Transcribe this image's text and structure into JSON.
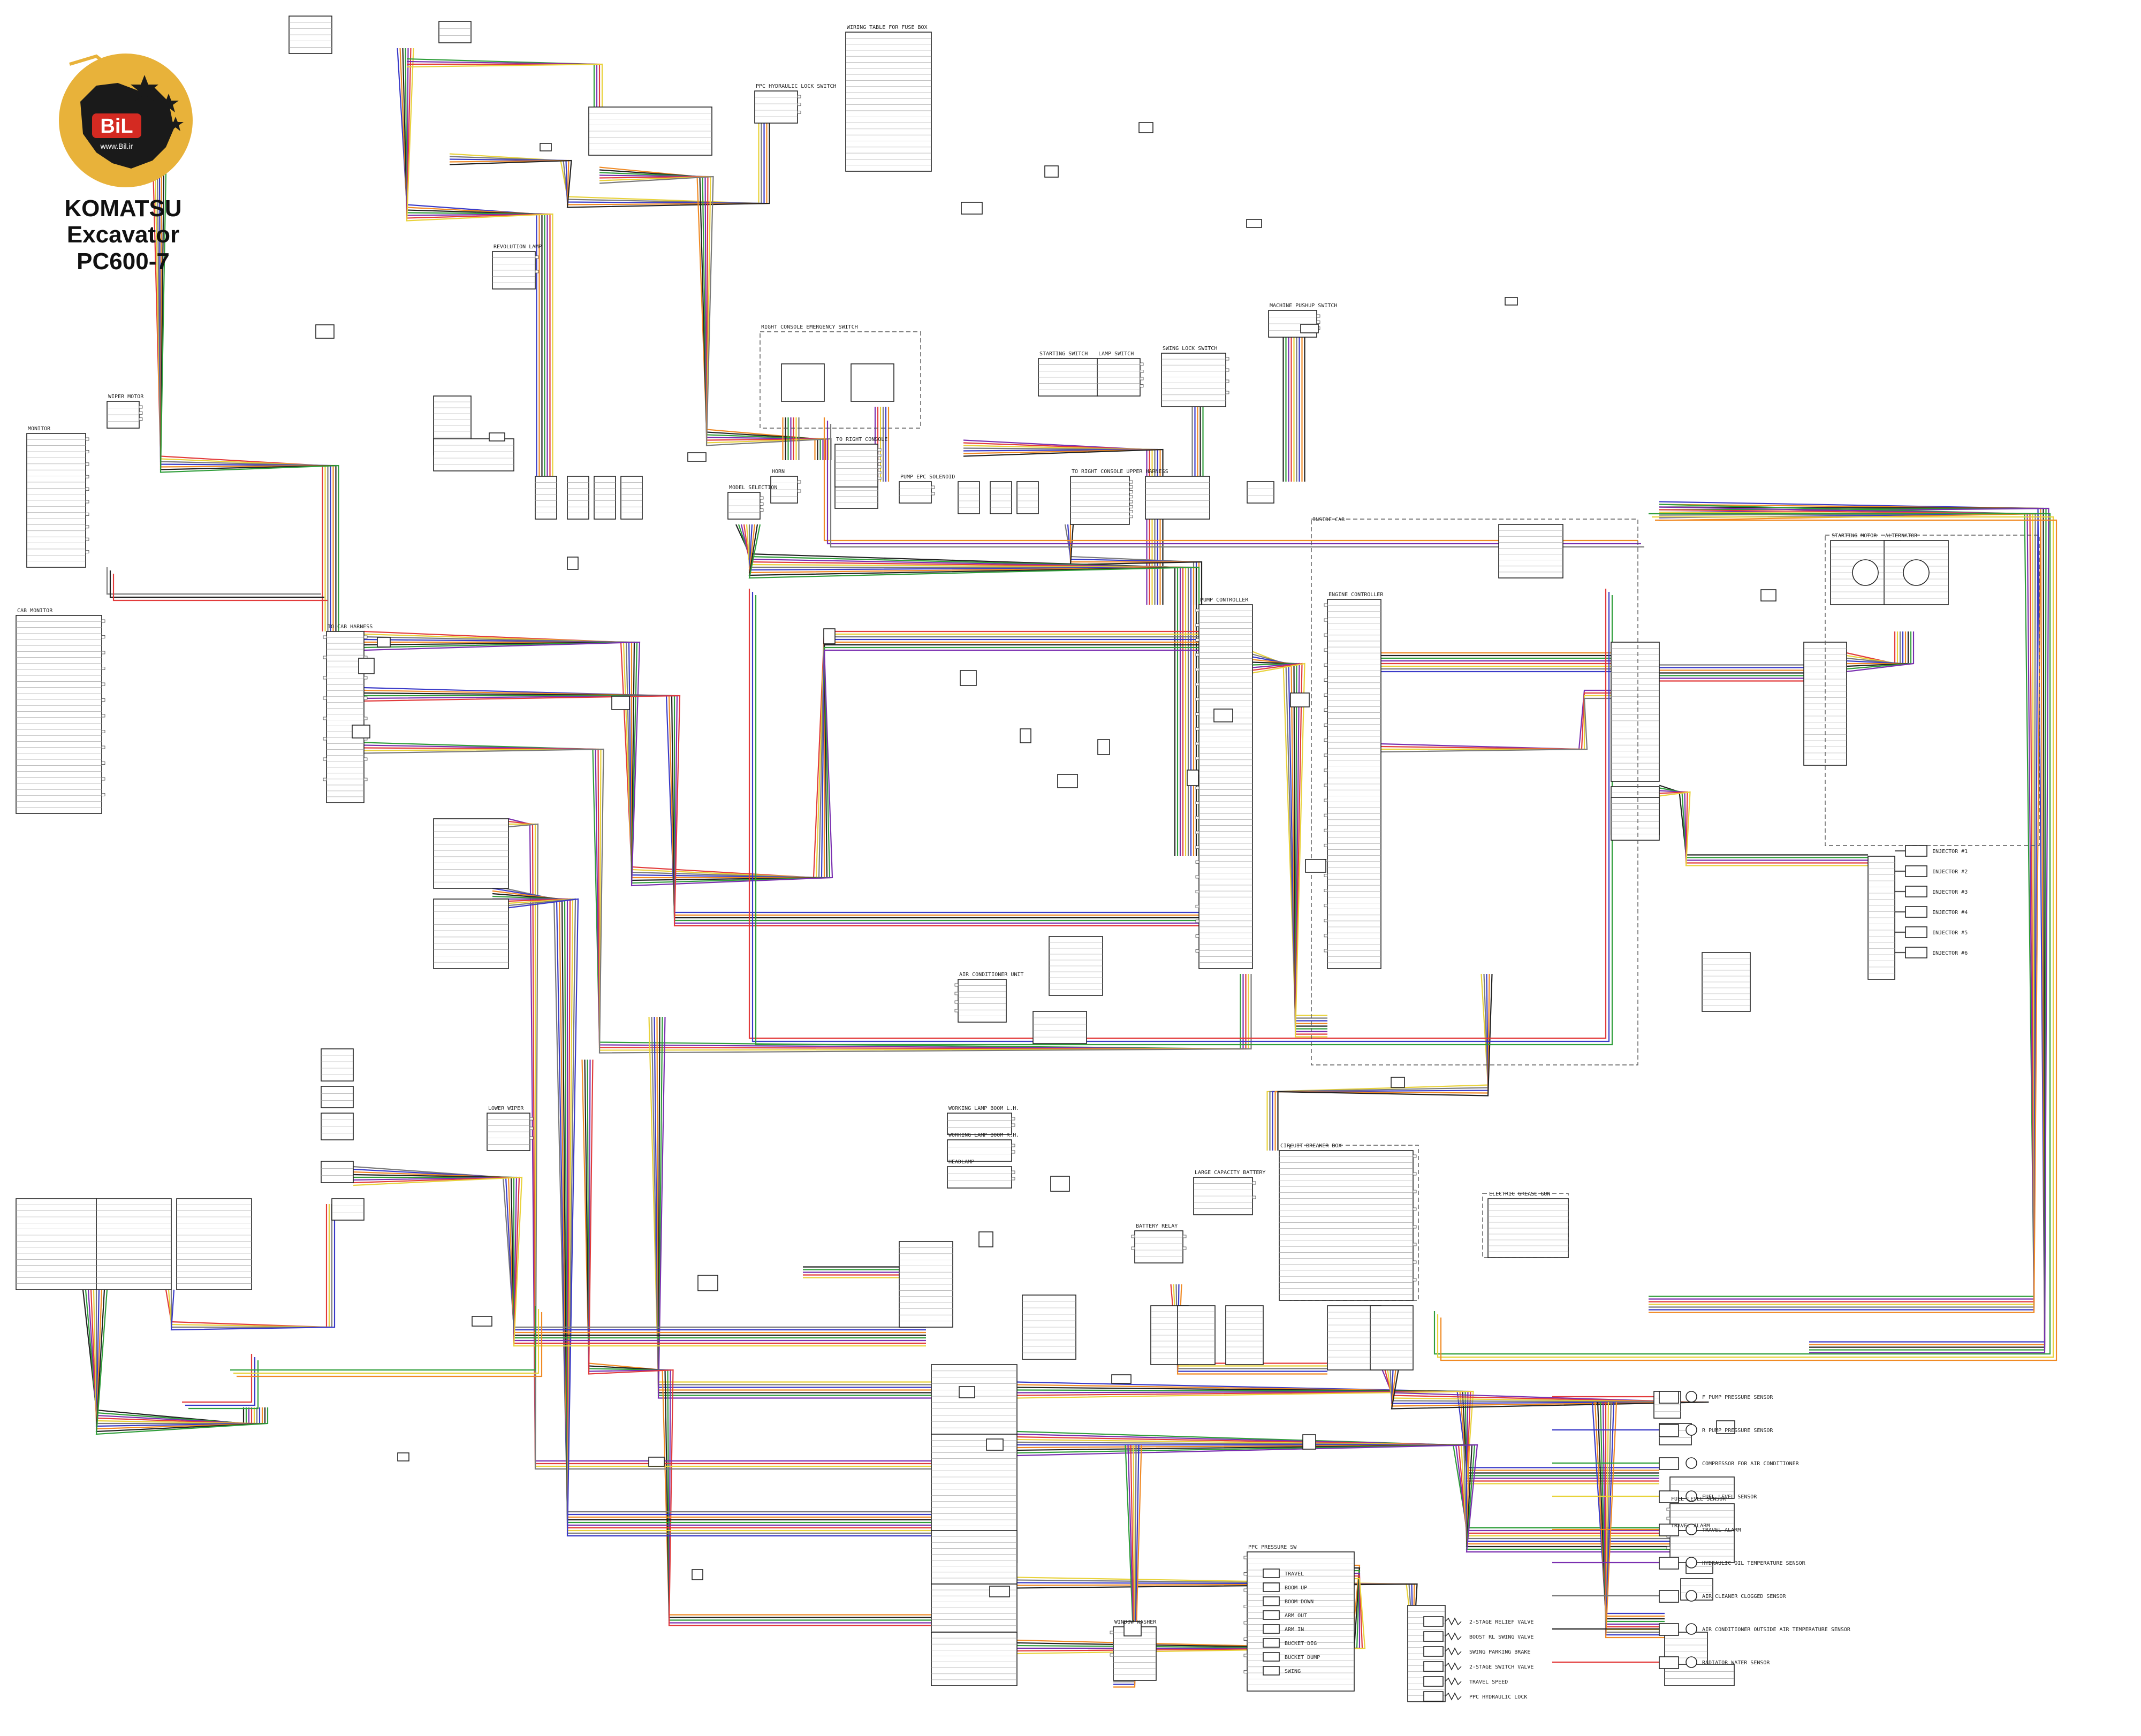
{
  "branding": {
    "logo_text": "BiL",
    "logo_url_text": "www.Bil.ir",
    "make": "KOMATSU",
    "machine": "Excavator",
    "model": "PC600-7",
    "colors": {
      "badge": "#e8b23a",
      "map": "#1a1a1a",
      "logo_red": "#d42a22"
    }
  },
  "colors": {
    "wire_red": "#e23b3b",
    "wire_blue": "#3a3ac8",
    "wire_green": "#2f9e3a",
    "wire_yellow": "#e8d23a",
    "wire_orange": "#f08a24",
    "wire_purple": "#7a2fb0",
    "wire_gray": "#7a7a7a",
    "wire_black": "#222222"
  },
  "components": [
    {
      "key": "starting-switch",
      "label": "STARTING SWITCH"
    },
    {
      "key": "lamp-switch",
      "label": "LAMP SWITCH"
    },
    {
      "key": "swing-lock-switch",
      "label": "SWING LOCK SWITCH"
    },
    {
      "key": "machine-pushup-switch",
      "label": "MACHINE PUSHUP SWITCH"
    },
    {
      "key": "right-console-emergency-switch",
      "label": "RIGHT CONSOLE EMERGENCY SWITCH"
    },
    {
      "key": "to-right-console",
      "label": "TO RIGHT CONSOLE"
    },
    {
      "key": "to-right-console-upper-harness",
      "label": "TO RIGHT CONSOLE UPPER HARNESS"
    },
    {
      "key": "pump-controller",
      "label": "PUMP CONTROLLER"
    },
    {
      "key": "engine-controller",
      "label": "ENGINE CONTROLLER"
    },
    {
      "key": "inside-cab",
      "label": "INSIDE CAB"
    },
    {
      "key": "starting-motor",
      "label": "STARTING MOTOR"
    },
    {
      "key": "alternator",
      "label": "ALTERNATOR"
    },
    {
      "key": "monitor",
      "label": "MONITOR"
    },
    {
      "key": "cab-monitor",
      "label": "CAB MONITOR"
    },
    {
      "key": "to-cab-harness",
      "label": "TO CAB HARNESS"
    },
    {
      "key": "wiper-motor",
      "label": "WIPER MOTOR"
    },
    {
      "key": "lower-wiper",
      "label": "LOWER WIPER"
    },
    {
      "key": "air-conditioner-unit",
      "label": "AIR CONDITIONER UNIT"
    },
    {
      "key": "pump-epc",
      "label": "PUMP EPC SOLENOID"
    },
    {
      "key": "battery-relay",
      "label": "BATTERY RELAY"
    },
    {
      "key": "large-capacity-battery",
      "label": "LARGE CAPACITY BATTERY"
    },
    {
      "key": "circuit-breaker-box",
      "label": "CIRCUIT BREAKER BOX"
    },
    {
      "key": "electric-grease-gun",
      "label": "ELECTRIC GREASE GUN"
    },
    {
      "key": "model-selection",
      "label": "MODEL SELECTION"
    },
    {
      "key": "revolution-lamp",
      "label": "REVOLUTION LAMP"
    },
    {
      "key": "horn",
      "label": "HORN"
    },
    {
      "key": "ppc-hydraulic-lock-switch",
      "label": "PPC HYDRAULIC LOCK SWITCH"
    },
    {
      "key": "wiring-table",
      "label": "WIRING TABLE FOR FUSE BOX"
    },
    {
      "key": "working-lamp-boom-l",
      "label": "WORKING LAMP BOOM L.H."
    },
    {
      "key": "working-lamp-boom-r",
      "label": "WORKING LAMP BOOM R.H."
    },
    {
      "key": "headlamp",
      "label": "HEADLAMP"
    },
    {
      "key": "ppc-pressure-sw",
      "label": "PPC PRESSURE SW"
    },
    {
      "key": "travel-alarm",
      "label": "TRAVEL ALARM"
    },
    {
      "key": "fuel-level-sensor",
      "label": "FUEL LEVEL SENSOR"
    },
    {
      "key": "window-washer",
      "label": "WINDOW WASHER"
    }
  ],
  "sensors": [
    "F PUMP PRESSURE SENSOR",
    "R PUMP PRESSURE SENSOR",
    "COMPRESSOR FOR AIR CONDITIONER",
    "FUEL LEVEL SENSOR",
    "TRAVEL ALARM",
    "HYDRAULIC OIL TEMPERATURE SENSOR",
    "AIR CLEANER CLOGGED SENSOR",
    "AIR CONDITIONER OUTSIDE AIR TEMPERATURE SENSOR",
    "RADIATOR WATER SENSOR"
  ],
  "solenoids": [
    "2-STAGE RELIEF VALVE",
    "BOOST RL SWING VALVE",
    "SWING PARKING BRAKE",
    "2-STAGE SWITCH VALVE",
    "TRAVEL SPEED",
    "PPC HYDRAULIC LOCK"
  ],
  "ppc_switches": [
    "TRAVEL",
    "BOOM UP",
    "BOOM DOWN",
    "ARM OUT",
    "ARM IN",
    "BUCKET DIG",
    "BUCKET DUMP",
    "SWING"
  ],
  "injectors": [
    "INJECTOR #1",
    "INJECTOR #2",
    "INJECTOR #3",
    "INJECTOR #4",
    "INJECTOR #5",
    "INJECTOR #6"
  ]
}
